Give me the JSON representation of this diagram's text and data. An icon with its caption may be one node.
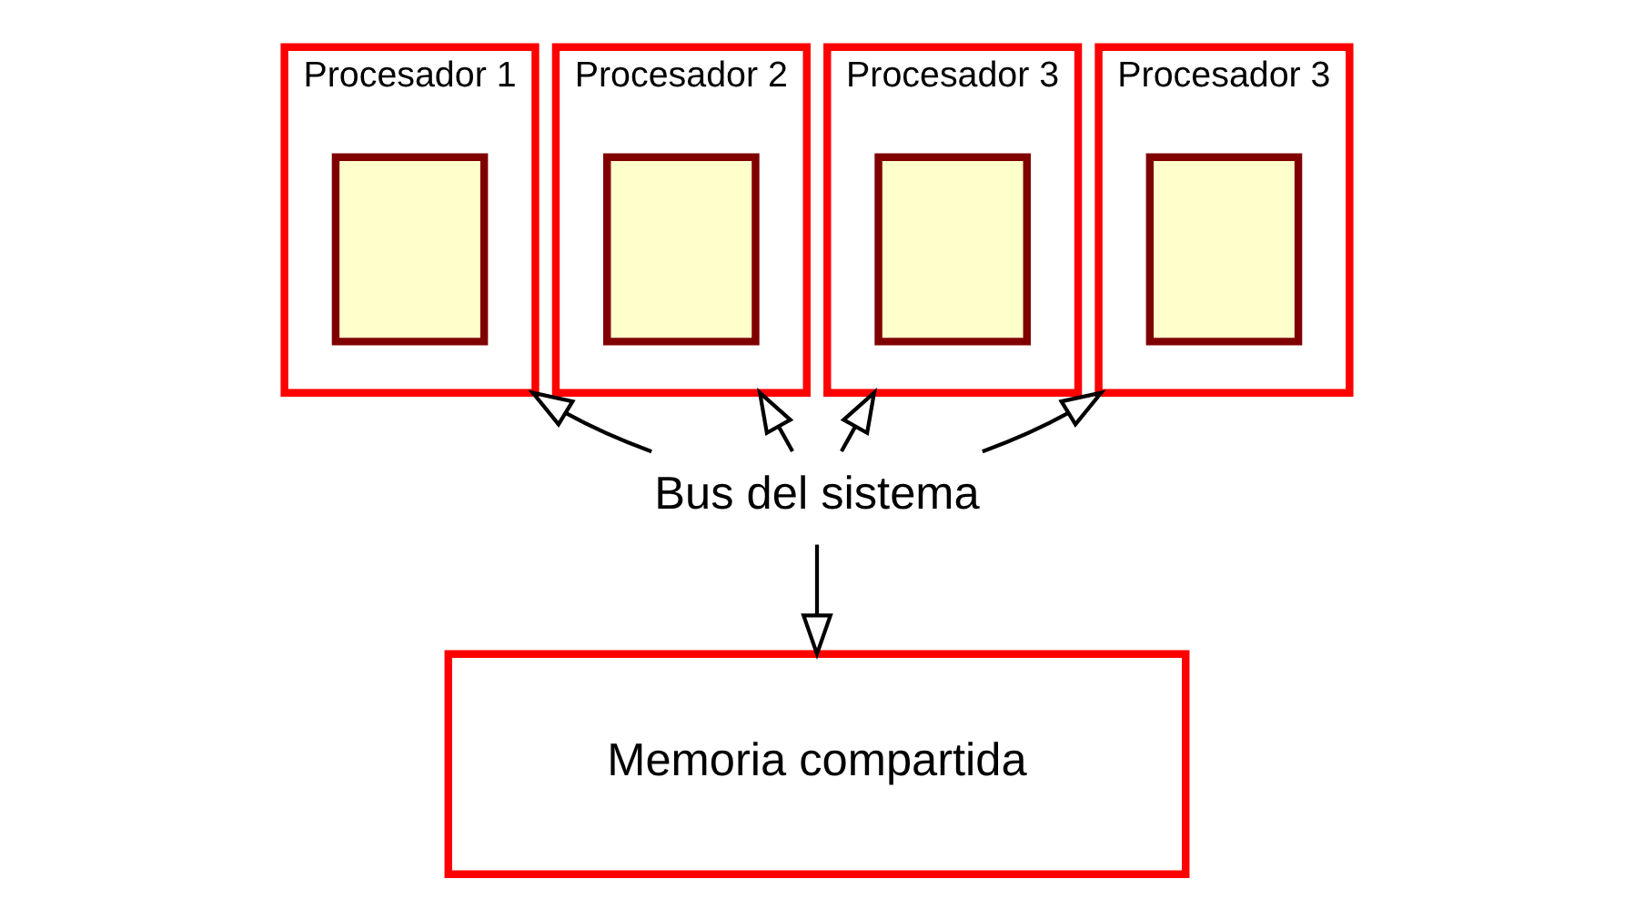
{
  "diagram": {
    "nodes": [
      {
        "text": [
          "Procesador 1"
        ]
      },
      {
        "text": [],
        "shape": "box",
        "in": 0
      },
      {
        "text": [
          "Procesador 2"
        ]
      },
      {
        "text": [],
        "shape": "box",
        "in": 2
      },
      {
        "text": [
          "Procesador 3"
        ]
      },
      {
        "text": [],
        "shape": "box",
        "in": 4
      },
      {
        "text": [
          "Procesador 3"
        ]
      },
      {
        "text": [],
        "shape": "box",
        "in": 6
      },
      {
        "text": [
          "Bus del sistema"
        ]
      },
      {
        "text": [
          "Memoria compartida"
        ]
      }
    ],
    "edges": [
      {
        "from": 8,
        "to": 0,
        "arrow": "to"
      },
      {
        "from": 8,
        "to": 2,
        "arrow": "to"
      },
      {
        "from": 8,
        "to": 4,
        "arrow": "to"
      },
      {
        "from": 8,
        "to": 6,
        "arrow": "to"
      },
      {
        "from": 8,
        "to": 9,
        "arrow": "to"
      }
    ]
  }
}
